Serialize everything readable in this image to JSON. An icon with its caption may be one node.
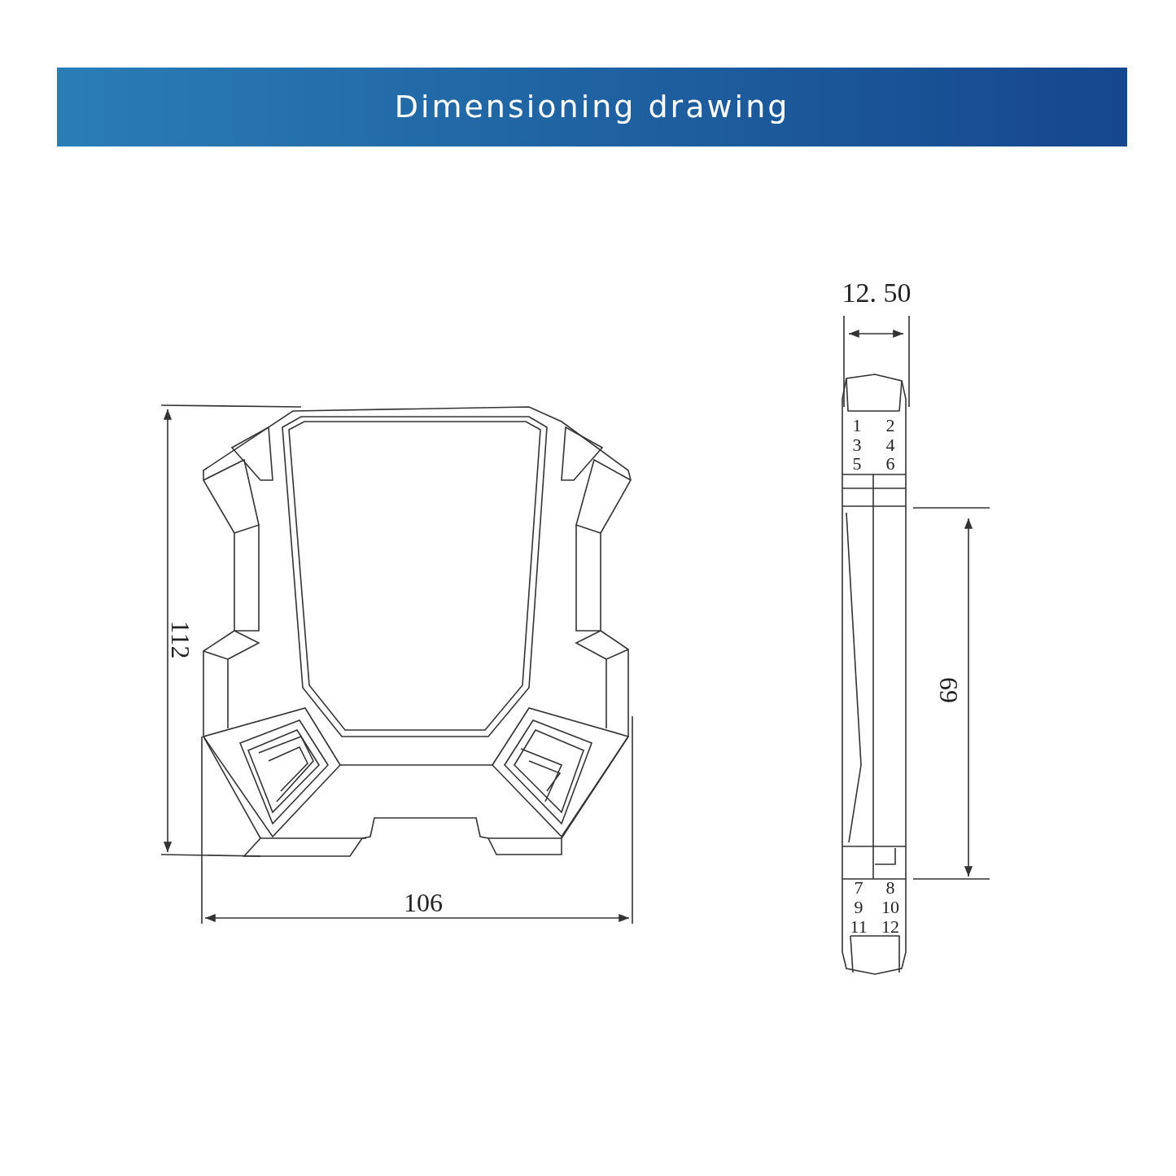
{
  "diagram": {
    "title": "Dimensioning drawing",
    "labels": [
      "12. 50",
      "1",
      "2",
      "3",
      "4",
      "5",
      "6",
      "112",
      "69",
      "7",
      "8",
      "9",
      "10",
      "11",
      "12",
      "106"
    ]
  }
}
